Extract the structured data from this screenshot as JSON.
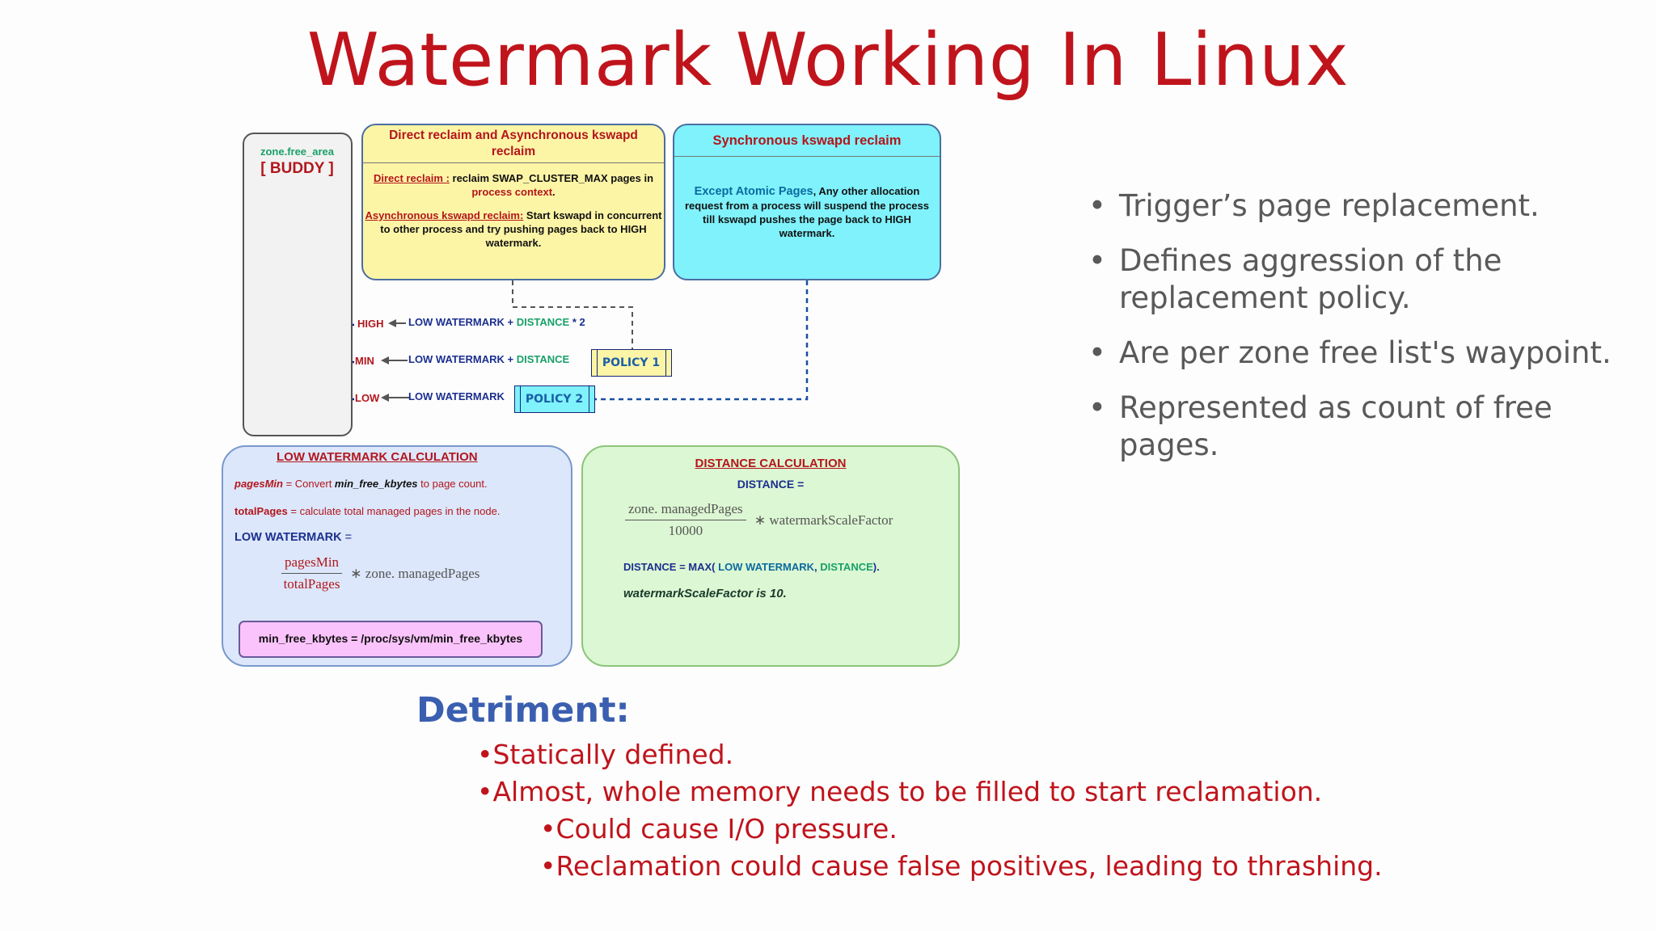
{
  "title": "Watermark Working In Linux",
  "buddy": {
    "label": "zone.free_area",
    "buddy": "[ BUDDY ]"
  },
  "direct_box": {
    "title": "Direct reclaim and  Asynchronous kswapd reclaim",
    "line1_label": "Direct reclaim :",
    "line1_text": " reclaim SWAP_CLUSTER_MAX pages in ",
    "line1_red": "process context",
    "line1_end": ".",
    "line2_label": "Asynchronous kswapd reclaim:",
    "line2_text": "  Start kswapd in concurrent to other process and try pushing pages back to HIGH watermark."
  },
  "sync_box": {
    "title": "Synchronous kswapd reclaim",
    "blue": "Except Atomic Pages",
    "text": ", Any other allocation request from a process will suspend the process till kswapd pushes the page back to HIGH watermark."
  },
  "levels": {
    "high": "HIGH",
    "min": "MIN",
    "low": "LOW",
    "high_expr_a": "LOW WATERMARK",
    "high_expr_plus": " + ",
    "high_expr_b": "DISTANCE",
    "high_expr_c": " * 2",
    "min_expr_a": "LOW WATERMARK",
    "min_expr_plus": " + ",
    "min_expr_b": "DISTANCE",
    "low_expr": "LOW WATERMARK"
  },
  "policies": {
    "p1": "POLICY 1",
    "p2": "POLICY 2"
  },
  "low_calc": {
    "title": "LOW WATERMARK CALCULATION",
    "pagesmin_label": "pagesMin",
    "pagesmin_text": " = Convert ",
    "pagesmin_var": "min_free_kbytes",
    "pagesmin_end": " to page count.",
    "total_label": "totalPages",
    "total_text": " = calculate total managed pages in the node.",
    "lw_label": "LOW WATERMARK",
    "lw_eq": " =",
    "num": "pagesMin",
    "den": "totalPages",
    "mult": "∗ zone. managedPages",
    "path": "min_free_kbytes  = /proc/sys/vm/min_free_kbytes"
  },
  "dist_calc": {
    "title": "DISTANCE CALCULATION",
    "eq": "DISTANCE =",
    "num": "zone. managedPages",
    "den": "10000",
    "mult": "∗ watermarkScaleFactor",
    "max_a": "DISTANCE = MAX(",
    "max_b": " LOW WATERMARK",
    "max_c": ", ",
    "max_d": " DISTANCE",
    "max_e": ").",
    "scale": "watermarkScaleFactor is 10."
  },
  "bullets": [
    "Trigger’s page replacement.",
    "Defines aggression of the replacement policy.",
    "Are per zone free list's waypoint.",
    "Represented as count of free pages."
  ],
  "detriment": {
    "heading": "Detriment:",
    "items": [
      "•Statically defined.",
      "•Almost, whole memory needs to be filled to start reclamation.",
      "•Could cause I/O pressure.",
      "•Reclamation could cause false positives, leading to thrashing."
    ]
  },
  "colors": {
    "title": "#c0141c",
    "heading_blue": "#3b5fb0",
    "bullet_gray": "#595959"
  }
}
